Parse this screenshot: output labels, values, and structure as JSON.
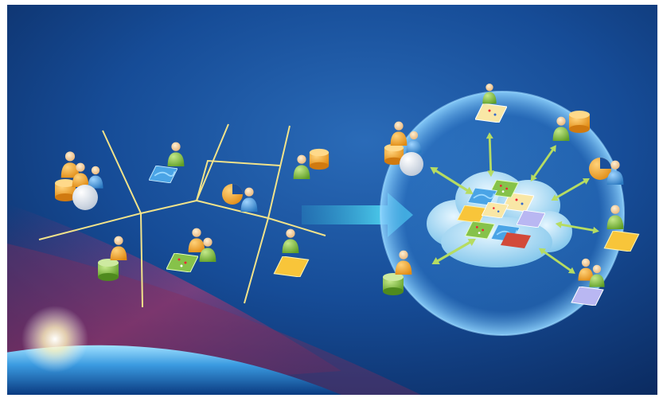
{
  "diagram": {
    "left_group": {
      "items": [
        {
          "name": "users-database-globe"
        },
        {
          "name": "user-map"
        },
        {
          "name": "user-database"
        },
        {
          "name": "user-pie-chart"
        },
        {
          "name": "user-database-small"
        },
        {
          "name": "users-map"
        },
        {
          "name": "user-map-yellow"
        }
      ]
    },
    "transition_arrow": {
      "icon": "right-arrow-icon"
    },
    "right_group": {
      "center": {
        "icon": "cloud-icon"
      },
      "spokes": [
        {
          "name": "users-database-globe"
        },
        {
          "name": "map-layer"
        },
        {
          "name": "user-database"
        },
        {
          "name": "user-pie-chart"
        },
        {
          "name": "user-map"
        },
        {
          "name": "users-map"
        },
        {
          "name": "user-database-small"
        }
      ]
    },
    "colors": {
      "background_dark": "#0b2b63",
      "background_mid": "#1b4f9a",
      "line": "#f2e38a",
      "arrow": "#b6dc62",
      "person_orange": "#f0a12a",
      "person_green": "#7fbf3a",
      "person_blue": "#3d8fd0",
      "database_orange": "#f0a030",
      "database_green": "#7fb83a",
      "map_yellow": "#f6c83a",
      "cloud": "#a8d7f2",
      "big_arrow": "#3ec0e0"
    }
  }
}
